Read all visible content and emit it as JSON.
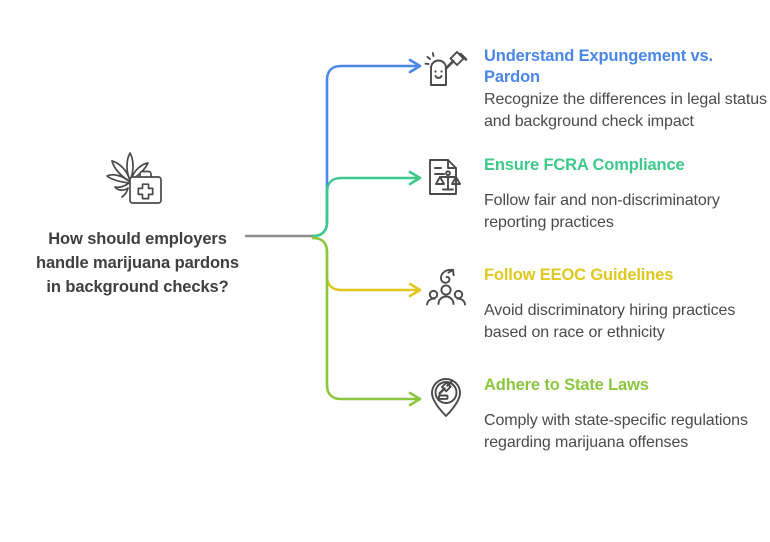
{
  "diagram": {
    "type": "mind-map",
    "central": {
      "icon": "marijuana-leaf-medical-kit-icon",
      "title": "How should employers handle marijuana pardons in background checks?"
    },
    "stem_color": "#8c8c8c",
    "branches": [
      {
        "icon": "gavel-tombstone-icon",
        "heading": "Understand Expungement vs. Pardon",
        "body": "Recognize the differences in legal status and background check impact",
        "color": "#4a87e8"
      },
      {
        "icon": "document-scales-icon",
        "heading": "Ensure FCRA Compliance",
        "body": "Follow fair and non-discriminatory reporting practices",
        "color": "#3dc98a"
      },
      {
        "icon": "group-people-icon",
        "heading": "Follow EEOC Guidelines",
        "body": "Avoid discriminatory hiring practices based on race or ethnicity",
        "color": "#e0c81e"
      },
      {
        "icon": "map-pin-gavel-icon",
        "heading": "Adhere to State Laws",
        "body": "Comply with state-specific regulations regarding marijuana offenses",
        "color": "#8cc63e"
      }
    ]
  }
}
